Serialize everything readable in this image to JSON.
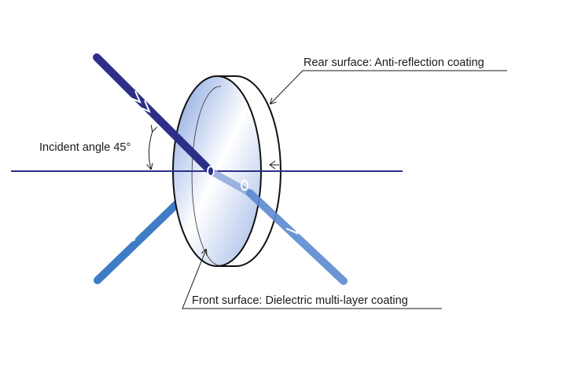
{
  "labels": {
    "rear_surface": "Rear surface: Anti-reflection coating",
    "incident_angle": "Incident angle 45°",
    "front_surface": "Front surface: Dielectric multi-layer coating"
  },
  "colors": {
    "incident_beam": "#2b2f87",
    "reflected_beam": "#3f7cc6",
    "transmitted_beam": "#8fa8dc",
    "axis_line": "#2b2f87",
    "lens_fill": "#a9bfea"
  }
}
